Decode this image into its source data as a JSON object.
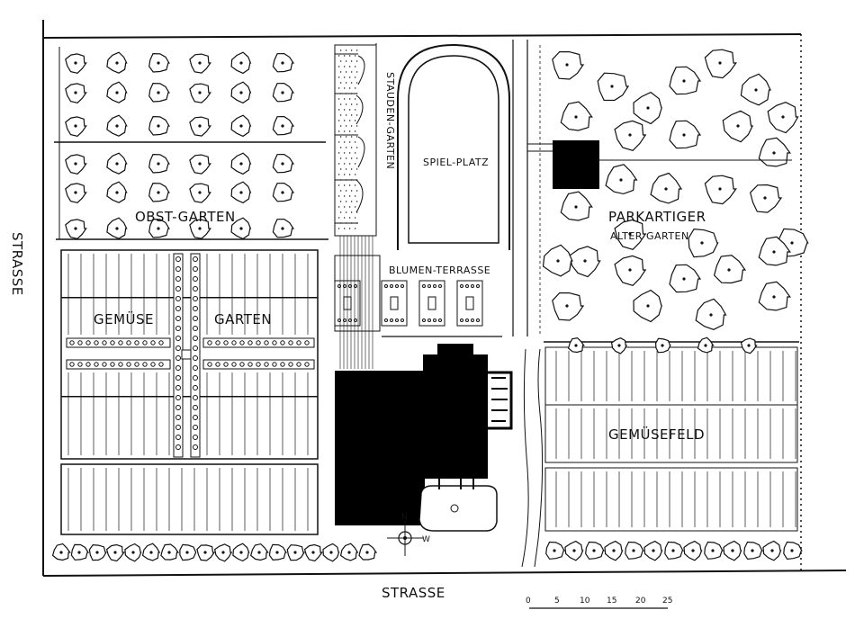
{
  "labels": {
    "obst_garten": "OBST-GARTEN",
    "stauden_garten": "STAUDEN-GARTEN",
    "spiel_platz": "SPIEL-PLATZ",
    "parkartiger": "PARKARTIGER",
    "alter_garten": "ALTER GARTEN",
    "blumen_terrasse": "BLUMEN-TERRASSE",
    "gemuese": "GEMÜSE",
    "garten": "GARTEN",
    "gemuesefeld": "GEMÜSEFELD",
    "strasse_left": "STRASSE",
    "strasse_bottom": "STRASSE"
  },
  "compass": {
    "north": "N",
    "west": "W"
  },
  "scale_bar": {
    "ticks": [
      "0",
      "5",
      "10",
      "15",
      "20",
      "25"
    ]
  }
}
